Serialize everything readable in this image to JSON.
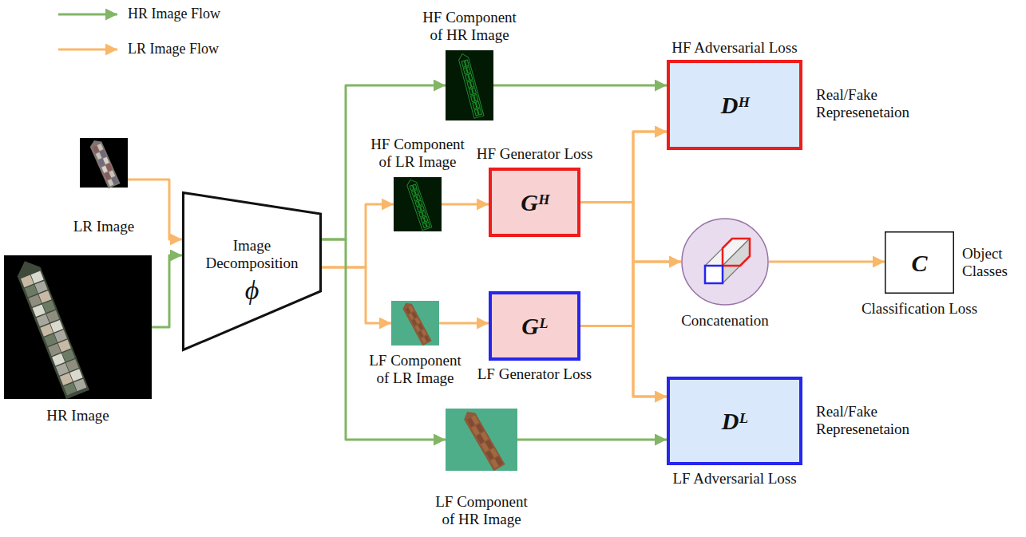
{
  "diagram": {
    "nodes": [
      {
        "text": [
          "LR Image"
        ]
      },
      {
        "text": [
          "HR Image"
        ]
      },
      {
        "text": [
          "Image Decomposition",
          "ϕ"
        ]
      },
      {
        "text": [
          "HF Component of HR Image"
        ]
      },
      {
        "text": [
          "HF Component of LR Image"
        ]
      },
      {
        "text": [
          "HF Generator Loss",
          "Gᴴ"
        ]
      },
      {
        "text": [
          "LF Component of LR Image"
        ]
      },
      {
        "text": [
          "Gᴸ",
          "LF Generator Loss"
        ]
      },
      {
        "text": [
          "LF Component of HR Image"
        ]
      },
      {
        "text": [
          "HF Adversarial Loss",
          "Dᴴ"
        ]
      },
      {
        "text": [
          "Concatenation"
        ]
      },
      {
        "text": [
          "C",
          "Object Classes",
          "Classification Loss"
        ]
      },
      {
        "text": [
          "Dᴸ",
          "LF Adversarial Loss"
        ]
      }
    ],
    "edges": [
      {
        "from": 0,
        "to": 2,
        "arrow": "to"
      },
      {
        "from": 1,
        "to": 2,
        "arrow": "to"
      },
      {
        "from": 2,
        "to": 3,
        "arrow": "to"
      },
      {
        "from": 2,
        "to": 4,
        "arrow": "to"
      },
      {
        "from": 2,
        "to": 6,
        "arrow": "to"
      },
      {
        "from": 2,
        "to": 8,
        "arrow": "to"
      },
      {
        "from": 4,
        "to": 5,
        "arrow": "to"
      },
      {
        "from": 6,
        "to": 7,
        "arrow": "to"
      },
      {
        "from": 3,
        "to": 9,
        "arrow": "to"
      },
      {
        "from": 8,
        "to": 12,
        "arrow": "to"
      },
      {
        "from": 5,
        "to": 9,
        "arrow": "to"
      },
      {
        "from": 5,
        "to": 10,
        "arrow": "to"
      },
      {
        "from": 5,
        "to": 12,
        "arrow": "to"
      },
      {
        "from": 7,
        "to": 9,
        "arrow": "to"
      },
      {
        "from": 7,
        "to": 10,
        "arrow": "to"
      },
      {
        "from": 7,
        "to": 12,
        "arrow": "to"
      },
      {
        "from": 10,
        "to": 11,
        "arrow": "to"
      }
    ],
    "labels": [
      "Real/Fake Represenetaion",
      "Real/Fake Represenetaion"
    ],
    "legend": [
      {
        "text": "HR Image Flow"
      },
      {
        "text": "LR Image Flow"
      }
    ]
  }
}
